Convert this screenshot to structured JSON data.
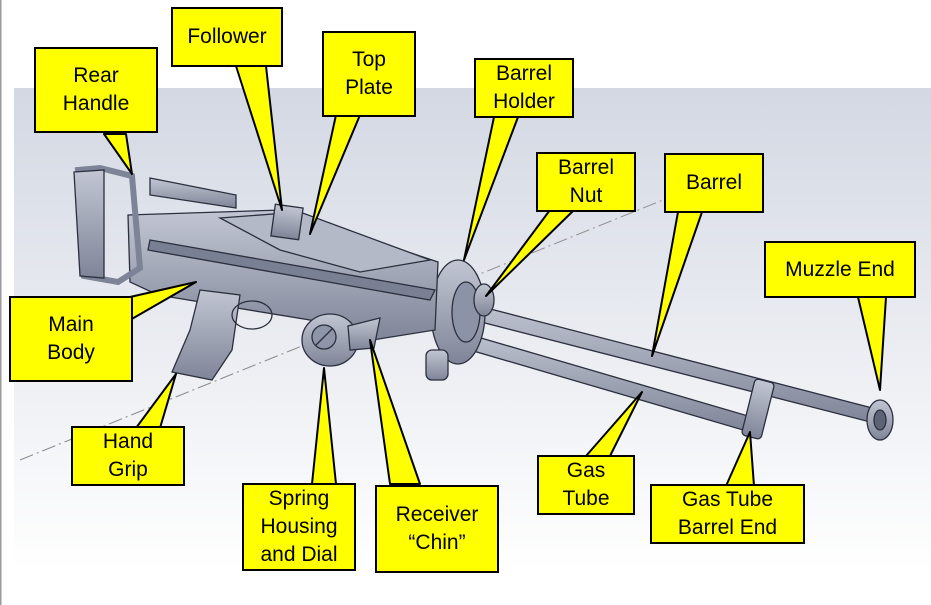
{
  "diagram": {
    "labels": {
      "rear_handle": "Rear\nHandle",
      "follower": "Follower",
      "top_plate": "Top\nPlate",
      "barrel_holder": "Barrel\nHolder",
      "barrel_nut": "Barrel\nNut",
      "barrel": "Barrel",
      "muzzle_end": "Muzzle End",
      "main_body": "Main\nBody",
      "hand_grip": "Hand\nGrip",
      "spring_housing": "Spring\nHousing\nand Dial",
      "receiver_chin": "Receiver\n“Chin”",
      "gas_tube": "Gas\nTube",
      "gas_tube_barrel_end": "Gas Tube\nBarrel End"
    },
    "colors": {
      "callout_fill": "#ffff00",
      "callout_border": "#000000",
      "model_fill": "#9aa0b4",
      "model_edge": "#2b2f3e",
      "background_gradient_top": "#d5d9e4",
      "background_gradient_bottom": "#ffffff"
    }
  }
}
